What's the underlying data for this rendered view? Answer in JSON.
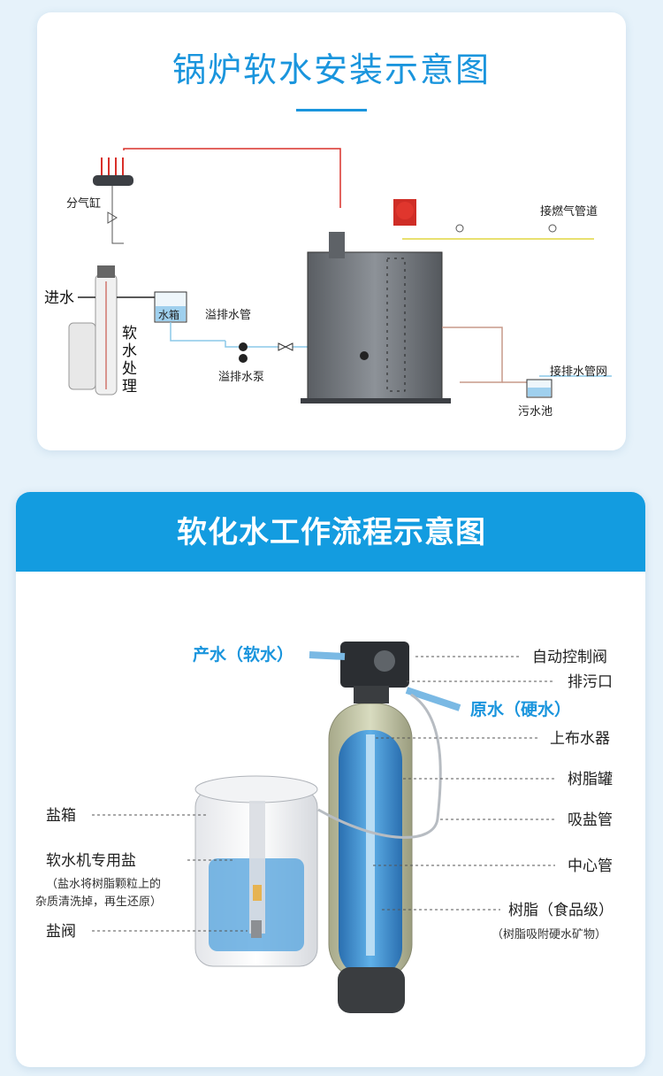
{
  "section1": {
    "title": "锅炉软水安装示意图",
    "labels": {
      "gas_cylinder": "分气缸",
      "water_in": "进水",
      "softener_1": "软",
      "softener_2": "水",
      "softener_3": "处",
      "softener_4": "理",
      "water_tank": "水箱",
      "overflow_pipe": "溢排水管",
      "overflow_pump": "溢排水泵",
      "gas_pipeline": "接燃气管道",
      "drain_network": "接排水管网",
      "sewage_pool": "污水池"
    }
  },
  "section2": {
    "title": "软化水工作流程示意图",
    "labels": {
      "product_water": "产水（软水）",
      "raw_water": "原水（硬水）",
      "auto_valve": "自动控制阀",
      "drain_outlet": "排污口",
      "upper_distributor": "上布水器",
      "resin_tank": "树脂罐",
      "brine_pipe": "吸盐管",
      "center_pipe": "中心管",
      "resin": "树脂（食品级）",
      "resin_note": "（树脂吸附硬水矿物）",
      "salt_box": "盐箱",
      "salt": "软水机专用盐",
      "salt_note_1": "（盐水将树脂颗粒上的",
      "salt_note_2": "杂质清洗掉，再生还原）",
      "brine_valve": "盐阀"
    }
  },
  "colors": {
    "accent": "#1a95dd",
    "band": "#139ce0",
    "steam_pipe": "#d9302a",
    "gas_pipe": "#e8e070",
    "water_pipe": "#8cc8e8"
  }
}
